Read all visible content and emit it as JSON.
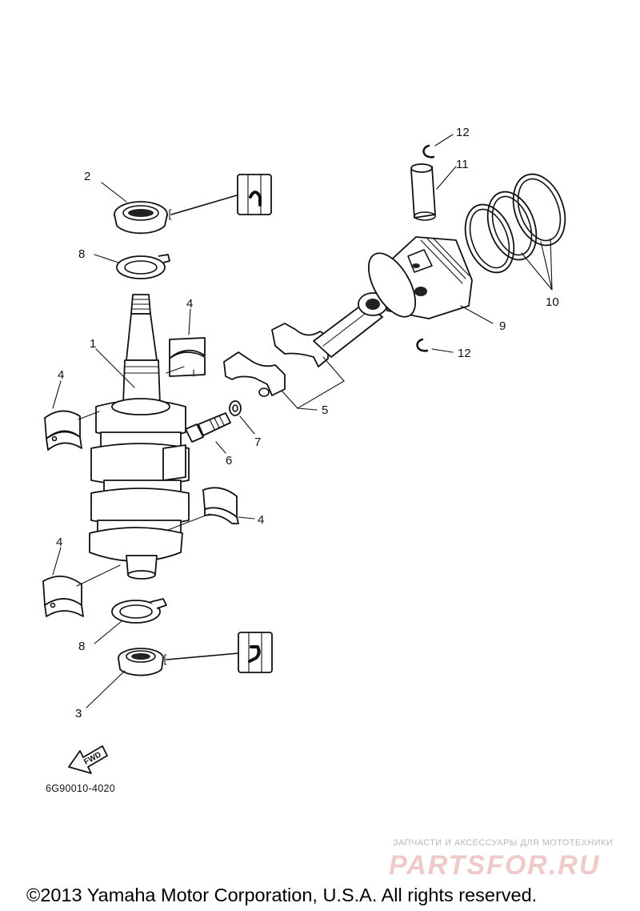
{
  "diagram": {
    "callouts": {
      "p1": "1",
      "p2": "2",
      "p3": "3",
      "p4a": "4",
      "p4b": "4",
      "p4c": "4",
      "p4d": "4",
      "p5": "5",
      "p6": "6",
      "p7": "7",
      "p8a": "8",
      "p8b": "8",
      "p9": "9",
      "p10": "10",
      "p11": "11",
      "p12a": "12",
      "p12b": "12"
    },
    "fwd_label": "FWD",
    "drawing_code": "6G90010-4020"
  },
  "watermark": {
    "tagline": "ЗАПЧАСТИ И АКСЕССУАРЫ ДЛЯ МОТОТЕХНИКИ",
    "logo": "PARTSFOR.RU"
  },
  "footer": {
    "copyright": "©2013 Yamaha Motor Corporation, U.S.A. All rights reserved."
  }
}
